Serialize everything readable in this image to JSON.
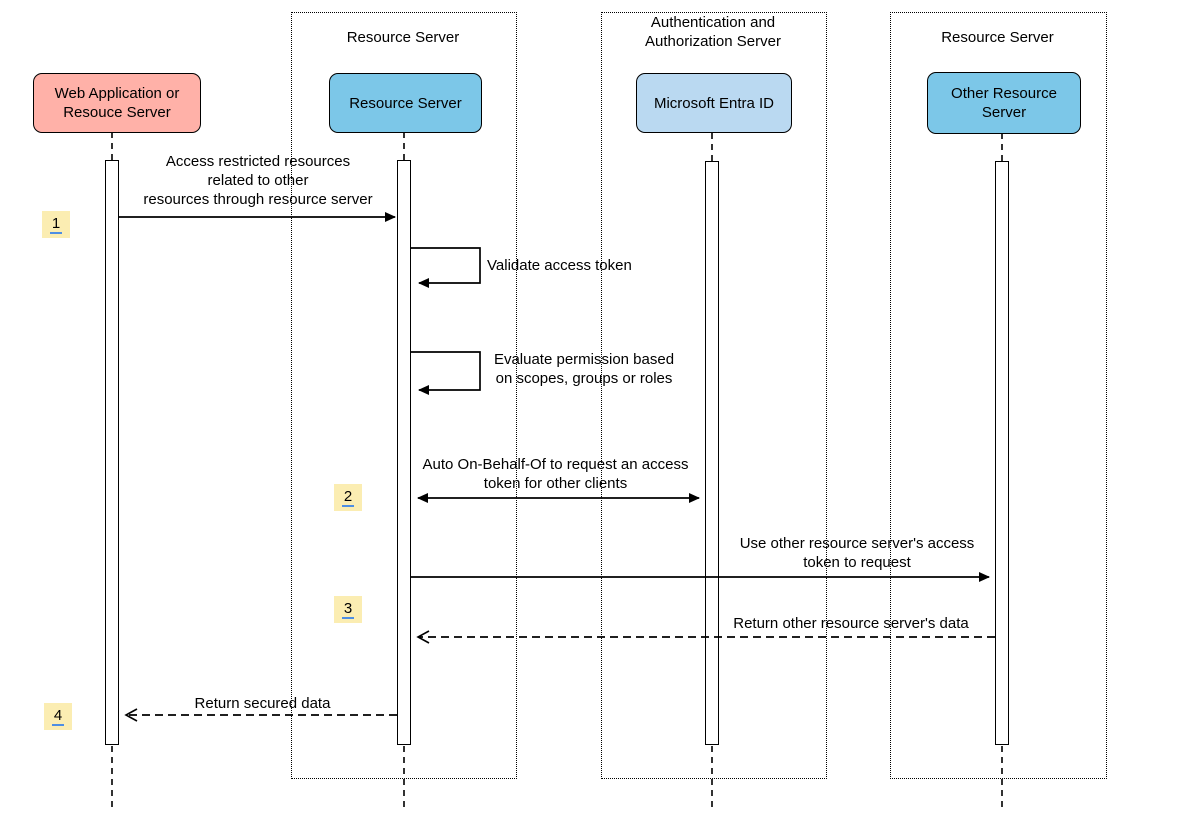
{
  "diagram": {
    "type": "sequence-diagram",
    "groups": [
      {
        "id": "resource-server-group-1",
        "title_lines": [
          "Resource Server"
        ]
      },
      {
        "id": "auth-server-group",
        "title_lines": [
          "Authentication and",
          "Authorization Server"
        ]
      },
      {
        "id": "resource-server-group-2",
        "title_lines": [
          "Resource Server"
        ]
      }
    ],
    "actors": [
      {
        "id": "web-application",
        "label_lines": [
          "Web Application or",
          "Resouce Server"
        ],
        "fill": "#FFB1A8"
      },
      {
        "id": "resource-server",
        "label_lines": [
          "Resource Server"
        ],
        "fill": "#7CC7E8"
      },
      {
        "id": "microsoft-entra-id",
        "label_lines": [
          "Microsoft Entra ID"
        ],
        "fill": "#BAD9F1"
      },
      {
        "id": "other-resource-server",
        "label_lines": [
          "Other Resource",
          "Server"
        ],
        "fill": "#7CC7E8"
      }
    ],
    "steps": [
      {
        "number": "1"
      },
      {
        "number": "2"
      },
      {
        "number": "3"
      },
      {
        "number": "4"
      }
    ],
    "messages": [
      {
        "id": "access-restricted",
        "style": "solid-arrow",
        "lines": [
          "Access restricted resources",
          "related to other",
          "resources through resource server"
        ]
      },
      {
        "id": "validate-token",
        "style": "self-message",
        "lines": [
          "Validate access token"
        ]
      },
      {
        "id": "evaluate-permission",
        "style": "self-message",
        "lines": [
          "Evaluate permission based",
          "on scopes, groups or roles"
        ]
      },
      {
        "id": "auto-on-behalf-of",
        "style": "solid-double-arrow",
        "lines": [
          "Auto On-Behalf-Of to request an access",
          "token for other clients"
        ]
      },
      {
        "id": "use-other-token",
        "style": "solid-arrow",
        "lines": [
          "Use other resource server's access",
          "token to request"
        ]
      },
      {
        "id": "return-other-data",
        "style": "dashed-return",
        "lines": [
          "Return other resource server's data"
        ]
      },
      {
        "id": "return-secured-data",
        "style": "dashed-return",
        "lines": [
          "Return secured data"
        ]
      }
    ],
    "colors": {
      "actor_red_fill": "#FFB1A8",
      "actor_blue_fill": "#7CC7E8",
      "actor_lightblue_fill": "#BAD9F1",
      "step_badge_bg": "#FBEDB2",
      "step_underline": "#4E8EE3",
      "line_color": "#000000"
    }
  }
}
